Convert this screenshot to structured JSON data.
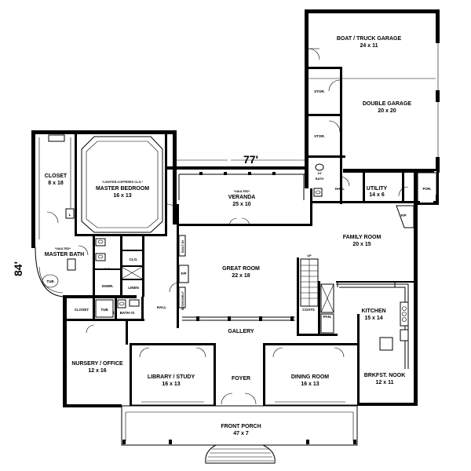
{
  "overall": {
    "width": "77'",
    "depth": "84'"
  },
  "rooms": {
    "boat_garage": {
      "name": "BOAT / TRUCK GARAGE",
      "size": "24 x 11"
    },
    "double_garage": {
      "name": "DOUBLE GARAGE",
      "size": "20 x 20"
    },
    "stor1": {
      "name": "STOR."
    },
    "stor2": {
      "name": "STOR."
    },
    "half_bath": {
      "name": "1/2",
      "name2": "BATH"
    },
    "hall_top": {
      "name": "HALL"
    },
    "utility": {
      "name": "UTILITY",
      "size": "14 x 6"
    },
    "porch_side": {
      "name": "POR."
    },
    "closet_big": {
      "name": "CLOSET",
      "size": "8 x 18"
    },
    "master_bed": {
      "note": "*LIGHTER-COFFERED CLG.*",
      "name": "MASTER BEDROOM",
      "size": "16 x 13"
    },
    "veranda": {
      "note": "*VAULTED*",
      "name": "VERANDA",
      "size": "25 x 10"
    },
    "master_bath": {
      "note": "*VAULTED*",
      "name": "MASTER BATH"
    },
    "l_mark": {
      "name": "L"
    },
    "clo": {
      "name": "CLO."
    },
    "wc": {
      "name": "W.C."
    },
    "shwr": {
      "name": "SHWR."
    },
    "linen": {
      "name": "LINEN"
    },
    "tub1": {
      "name": "TUB"
    },
    "tub2": {
      "name": "TUB"
    },
    "closet_small": {
      "name": "CLOSET"
    },
    "bath2": {
      "name": "BATH #2"
    },
    "hall_mid": {
      "name": "HALL"
    },
    "great_room": {
      "name": "GREAT ROOM",
      "size": "22 x 18"
    },
    "fp1": {
      "name": "F/P"
    },
    "fp2": {
      "name": "F/P"
    },
    "family_room": {
      "name": "FAMILY ROOM",
      "size": "20 x 15"
    },
    "kitchen": {
      "name": "KITCHEN",
      "size": "15 x 14"
    },
    "coats": {
      "name": "COATS"
    },
    "pan": {
      "name": "PAN."
    },
    "up": {
      "name": "UP"
    },
    "gallery": {
      "name": "GALLERY"
    },
    "nursery": {
      "name": "NURSERY / OFFICE",
      "size": "12 x 16"
    },
    "library": {
      "name": "LIBRARY / STUDY",
      "size": "16 x 13"
    },
    "foyer": {
      "name": "FOYER"
    },
    "dining": {
      "name": "DINING ROOM",
      "size": "16 x 13"
    },
    "nook": {
      "name": "BRKFST. NOOK",
      "size": "12 x 11"
    },
    "front_porch": {
      "name": "FRONT PORCH",
      "size": "47 x 7"
    },
    "bookshelf": {
      "name": "BOOKSHELF"
    },
    "builtin": {
      "name": "BUILT-IN"
    }
  }
}
